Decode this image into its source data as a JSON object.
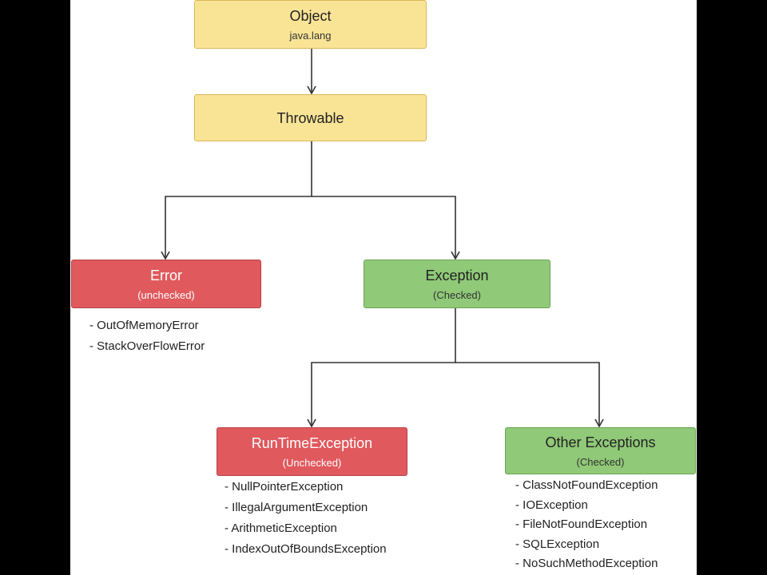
{
  "nodes": {
    "object": {
      "title": "Object",
      "subtitle": "java.lang"
    },
    "throwable": {
      "title": "Throwable"
    },
    "error": {
      "title": "Error",
      "subtitle": "(unchecked)"
    },
    "exception": {
      "title": "Exception",
      "subtitle": "(Checked)"
    },
    "runtime": {
      "title": "RunTimeException",
      "subtitle": "(Unchecked)"
    },
    "other": {
      "title": "Other Exceptions",
      "subtitle": "(Checked)"
    }
  },
  "lists": {
    "error_examples": [
      "- OutOfMemoryError",
      "- StackOverFlowError"
    ],
    "runtime_examples": [
      "- NullPointerException",
      "- IllegalArgumentException",
      "- ArithmeticException",
      "- IndexOutOfBoundsException"
    ],
    "other_examples": [
      "- ClassNotFoundException",
      "- IOException",
      "- FileNotFoundException",
      "- SQLException",
      "- NoSuchMethodException"
    ]
  },
  "colors": {
    "yellow_fill": "#f9e496",
    "red_fill": "#e0595d",
    "green_fill": "#90c978",
    "connector": "#333333"
  }
}
